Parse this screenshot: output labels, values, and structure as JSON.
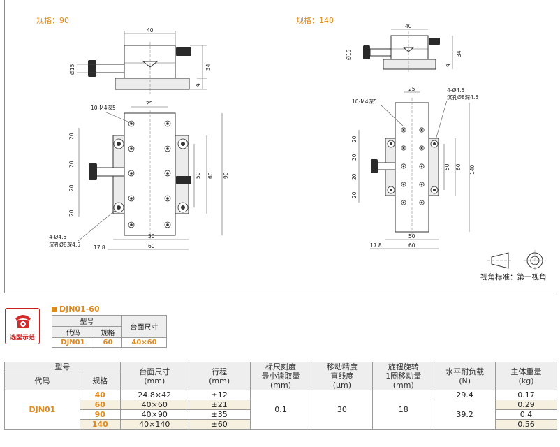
{
  "drawing": {
    "spec_label_90": "规格：90",
    "spec_label_140": "规格：140",
    "dims_90": {
      "top_width": "40",
      "diameter": "Ø15",
      "height": "34",
      "plate": "9",
      "pitch": "25",
      "holes_spec": "10-M4深5",
      "left_20a": "20",
      "left_20b": "20",
      "left_20c": "20",
      "left_20d": "20",
      "v50": "50",
      "v60": "60",
      "v90": "90",
      "counterbore_a": "4-Ø4.5",
      "counterbore_b": "沉孔Ø8深4.5",
      "b17": "17.8",
      "b50": "50",
      "b60": "60"
    },
    "dims_140": {
      "top_width": "40",
      "diameter": "Ø15",
      "height": "34",
      "plate": "9",
      "pitch": "25",
      "holes_spec": "10-M4深5",
      "counterbore_a": "4-Ø4.5",
      "counterbore_b": "沉孔Ø8深4.5",
      "left_20a": "20",
      "left_20b": "20",
      "left_20c": "20",
      "left_20d": "20",
      "v50": "50",
      "v60": "60",
      "v140": "140",
      "b17": "17.8",
      "b50": "50",
      "b60": "60"
    },
    "projection_note": "视角标准：第一视角"
  },
  "badge": {
    "text": "选型示范"
  },
  "small": {
    "title": "DJN01-60",
    "model_header": "型号",
    "code_header": "代码",
    "spec_header": "规格",
    "table_size_header": "台面尺寸",
    "code": "DJN01",
    "spec": "60",
    "size": "40×60"
  },
  "specs": {
    "headers": {
      "model": "型号",
      "code": "代码",
      "spec": "规格",
      "table_size": "台面尺寸",
      "table_size_unit": "(mm)",
      "travel": "行程",
      "travel_unit": "(mm)",
      "scale_a": "标尺刻度",
      "scale_b": "最小读取量",
      "scale_unit": "(mm)",
      "prec_a": "移动精度",
      "prec_b": "直线度",
      "prec_unit": "(μm)",
      "knob_a": "旋钮旋转",
      "knob_b": "1圈移动量",
      "knob_unit": "(mm)",
      "load": "水平耐负载",
      "load_unit": "(N)",
      "weight": "主体重量",
      "weight_unit": "(kg)"
    },
    "code": "DJN01",
    "scale": "0.1",
    "precision": "30",
    "knob": "18",
    "load_a": "29.4",
    "load_b": "39.2",
    "rows": [
      {
        "spec": "40",
        "size": "24.8×42",
        "travel": "±12",
        "weight": "0.17"
      },
      {
        "spec": "60",
        "size": "40×60",
        "travel": "±21",
        "weight": "0.29"
      },
      {
        "spec": "90",
        "size": "40×90",
        "travel": "±35",
        "weight": "0.4"
      },
      {
        "spec": "140",
        "size": "40×140",
        "travel": "±60",
        "weight": "0.56"
      }
    ]
  }
}
